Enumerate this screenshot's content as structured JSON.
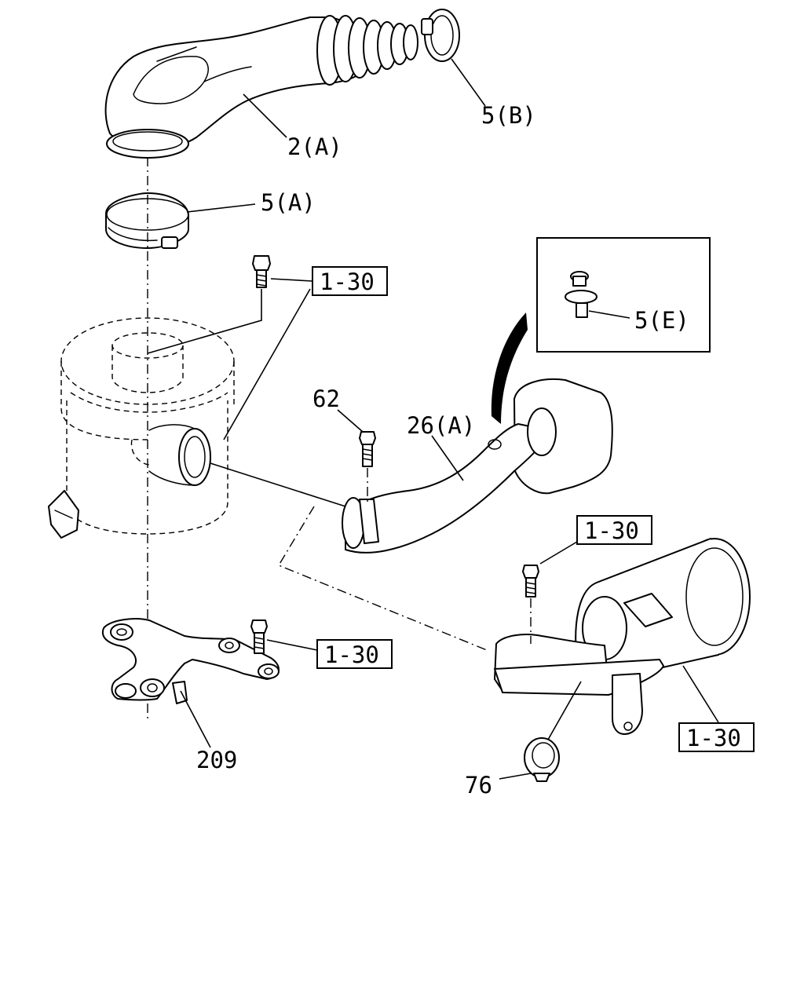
{
  "labels": {
    "hose_clamp_b": "5(B)",
    "intake_hose": "2(A)",
    "hose_clamp_a": "5(A)",
    "clip_e": "5(E)",
    "bolt_62": "62",
    "air_duct": "26(A)",
    "bracket": "209",
    "grommet": "76"
  },
  "refs": {
    "ref_cleaner_bolt": "1-30",
    "ref_resonator_bolt": "1-30",
    "ref_bracket_bolt": "1-30",
    "ref_resonator": "1-30"
  }
}
